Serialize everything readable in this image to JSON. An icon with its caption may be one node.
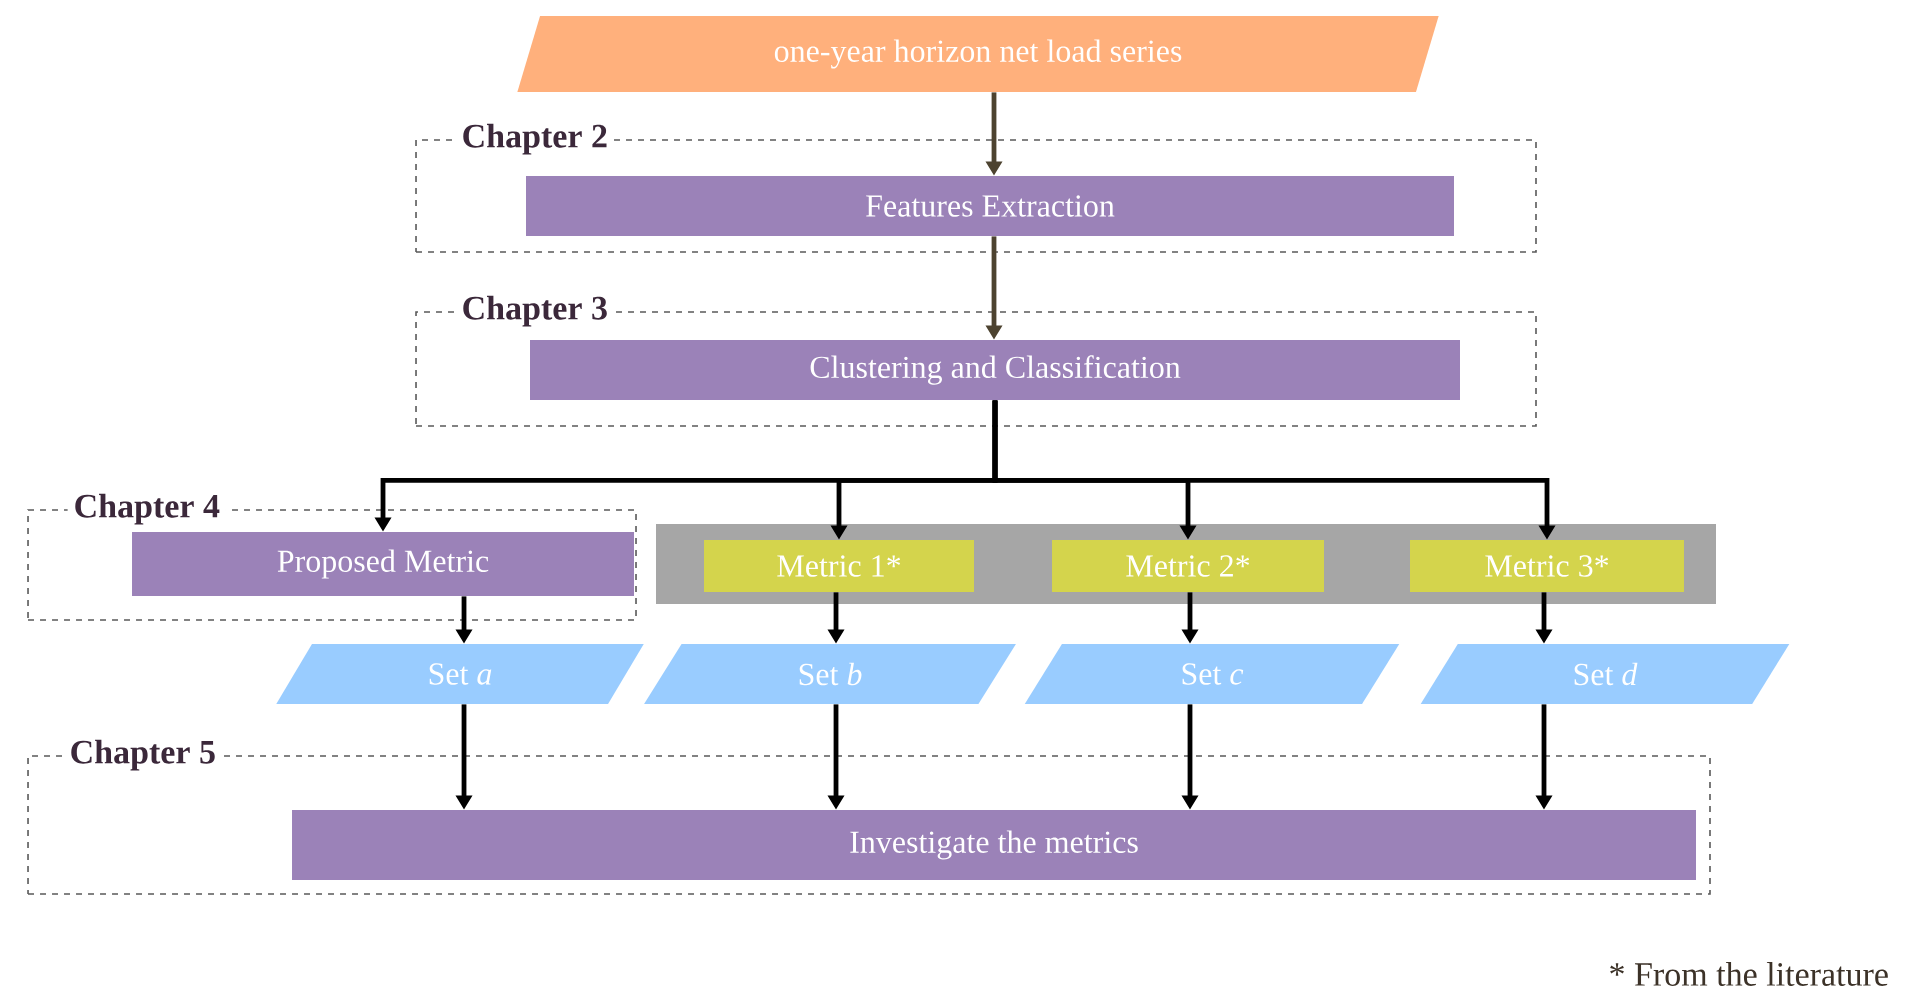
{
  "diagram": {
    "nodes": [
      {
        "text": [
          "one-year horizon net load series"
        ]
      },
      {
        "text": [
          "Chapter 2"
        ]
      },
      {
        "text": [
          "Features Extraction"
        ],
        "in": 1
      },
      {
        "text": [
          "Chapter 3"
        ]
      },
      {
        "text": [
          "Clustering and Classification"
        ],
        "in": 3
      },
      {
        "text": [
          "Chapter 4"
        ]
      },
      {
        "text": [
          "Proposed Metric"
        ],
        "in": 5
      },
      {
        "text": [],
        "shape": "bar"
      },
      {
        "text": [
          "Metric 1*"
        ],
        "in": 7
      },
      {
        "text": [
          "Metric 2*"
        ],
        "in": 7
      },
      {
        "text": [
          "Metric 3*"
        ],
        "in": 7
      },
      {
        "text": [
          "Set *a*"
        ]
      },
      {
        "text": [
          "Set *b*"
        ]
      },
      {
        "text": [
          "Set *c*"
        ]
      },
      {
        "text": [
          "Set *d*"
        ]
      },
      {
        "text": [
          "Chapter 5"
        ]
      },
      {
        "text": [
          "Investigate the metrics"
        ],
        "in": 15
      }
    ],
    "edges": [
      {
        "from": 0,
        "to": 2,
        "arrow": "to",
        "color": "#4d4330"
      },
      {
        "from": 2,
        "to": 4,
        "arrow": "to",
        "color": "#4d4330"
      },
      {
        "from": 4,
        "to": 6,
        "arrow": "to"
      },
      {
        "from": 4,
        "to": 8,
        "arrow": "to"
      },
      {
        "from": 4,
        "to": 9,
        "arrow": "to"
      },
      {
        "from": 4,
        "to": 10,
        "arrow": "to"
      },
      {
        "from": 6,
        "to": 11,
        "arrow": "to"
      },
      {
        "from": 8,
        "to": 12,
        "arrow": "to"
      },
      {
        "from": 9,
        "to": 13,
        "arrow": "to"
      },
      {
        "from": 10,
        "to": 14,
        "arrow": "to"
      },
      {
        "from": 11,
        "to": 16,
        "arrow": "to"
      },
      {
        "from": 12,
        "to": 16,
        "arrow": "to"
      },
      {
        "from": 13,
        "to": 16,
        "arrow": "to"
      },
      {
        "from": 14,
        "to": 16,
        "arrow": "to"
      }
    ],
    "labels": [
      "* From the literature"
    ]
  }
}
